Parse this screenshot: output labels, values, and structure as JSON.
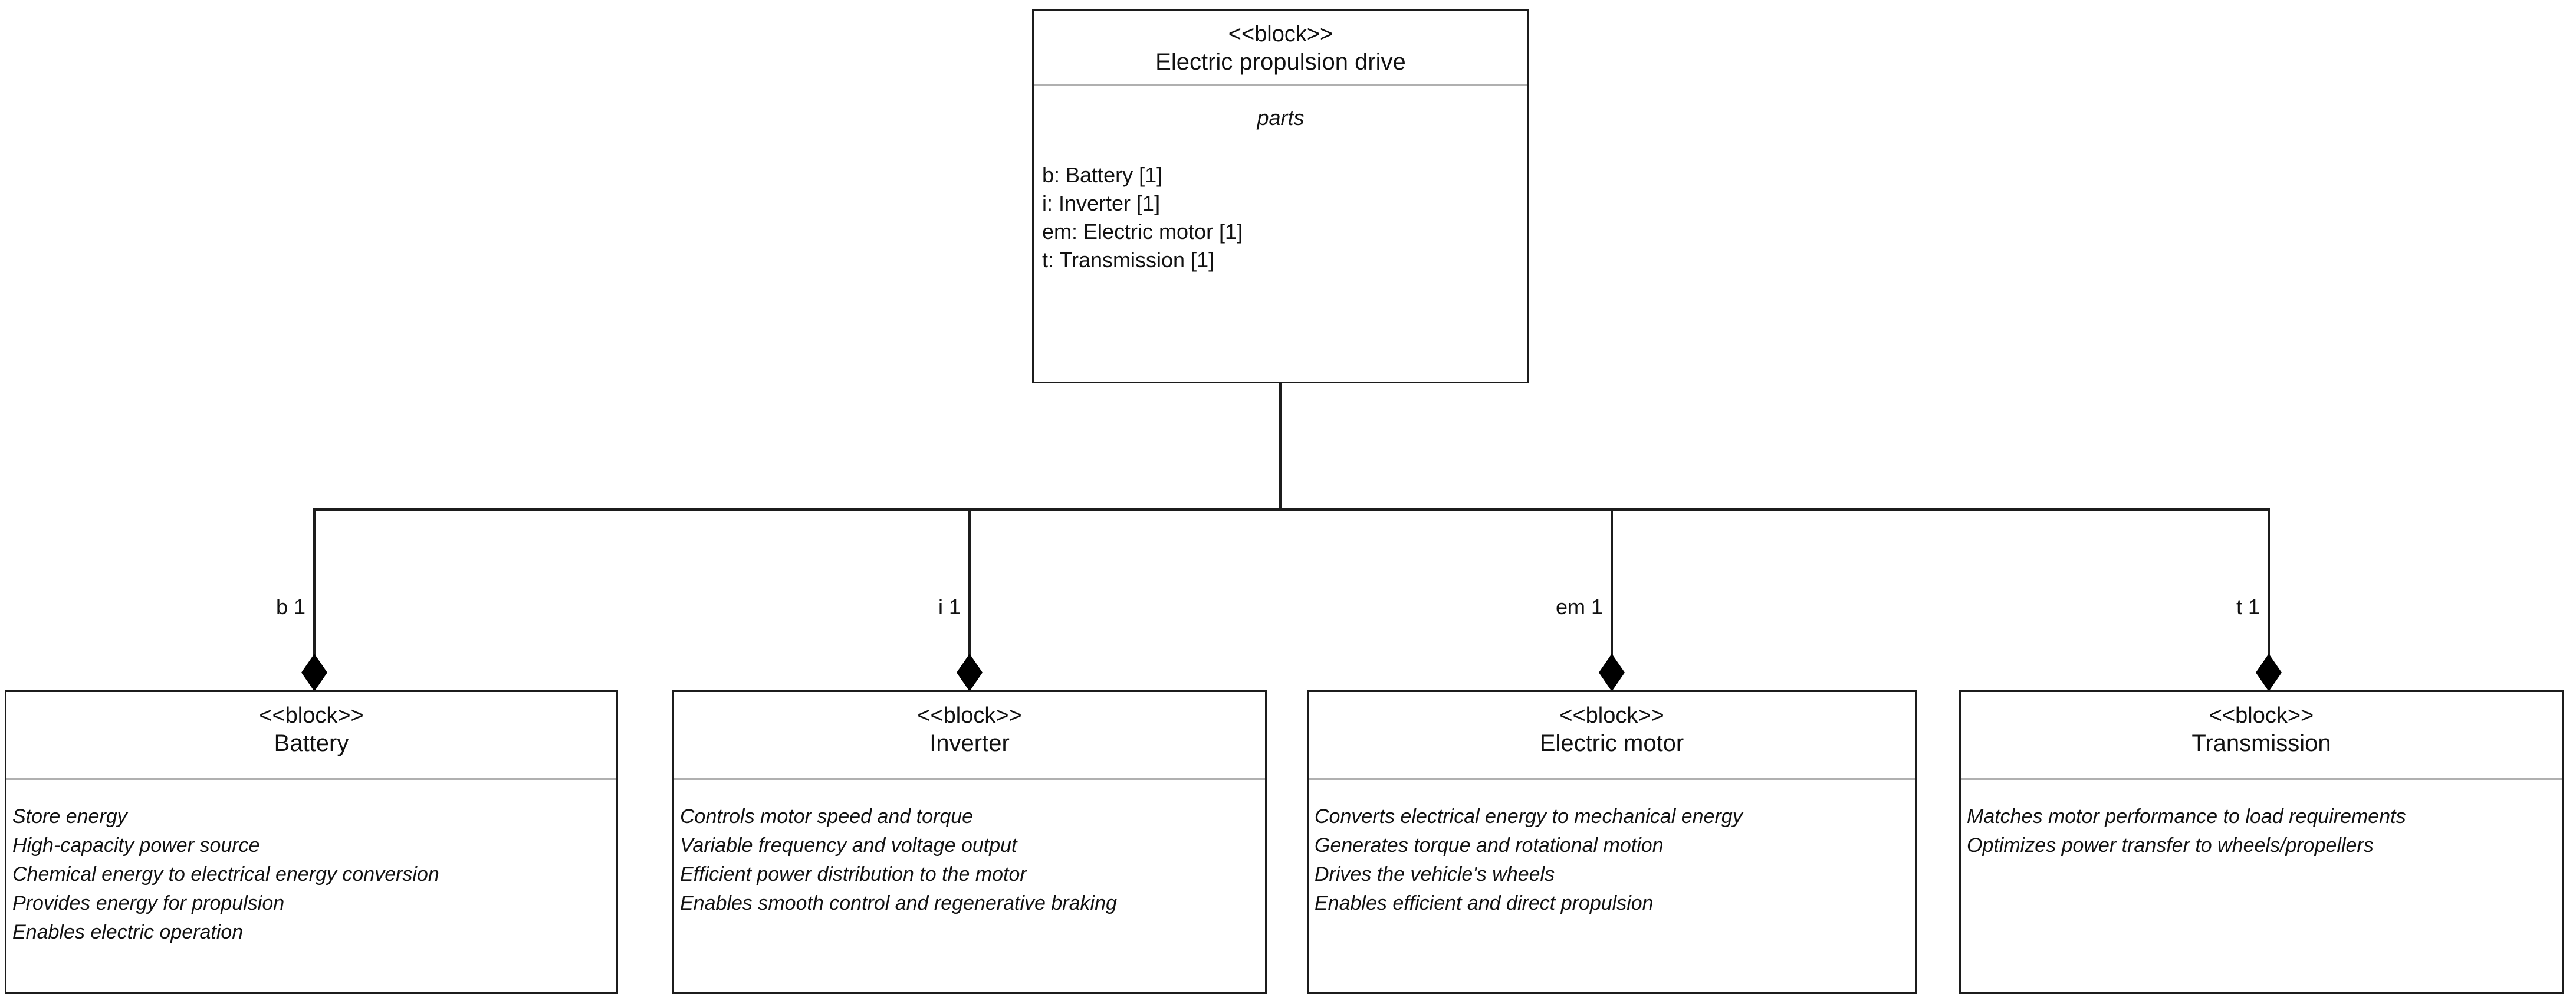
{
  "diagram": {
    "type": "sysml-block-definition-diagram",
    "stereotype_label": "<<block>>",
    "background_color": "#ffffff",
    "line_color": "#1c1c1c",
    "divider_color": "#b0b0b0",
    "diamond_color": "#000000"
  },
  "root_block": {
    "stereotype": "<<block>>",
    "name": "Electric propulsion drive",
    "compartment_title": "parts",
    "parts": [
      "b: Battery [1]",
      "i: Inverter [1]",
      "em: Electric motor [1]",
      "t: Transmission [1]"
    ]
  },
  "connections": [
    {
      "role": "b 1",
      "kind": "composition"
    },
    {
      "role": "i 1",
      "kind": "composition"
    },
    {
      "role": "em 1",
      "kind": "composition"
    },
    {
      "role": "t 1",
      "kind": "composition"
    }
  ],
  "child_blocks": [
    {
      "stereotype": "<<block>>",
      "name": "Battery",
      "features": [
        "Store energy",
        "High-capacity power source",
        "Chemical energy to electrical energy conversion",
        "Provides energy for propulsion",
        "Enables electric operation"
      ]
    },
    {
      "stereotype": "<<block>>",
      "name": "Inverter",
      "features": [
        "Controls motor speed and torque",
        "Variable frequency and voltage output",
        "Efficient power distribution to the motor",
        "Enables smooth control and regenerative braking"
      ]
    },
    {
      "stereotype": "<<block>>",
      "name": "Electric motor",
      "features": [
        "Converts electrical energy to mechanical energy",
        "Generates torque and rotational motion",
        "Drives the vehicle's wheels",
        "Enables efficient and direct propulsion"
      ]
    },
    {
      "stereotype": "<<block>>",
      "name": "Transmission",
      "features": [
        "Matches motor performance to load requirements",
        "Optimizes power transfer to wheels/propellers"
      ]
    }
  ]
}
